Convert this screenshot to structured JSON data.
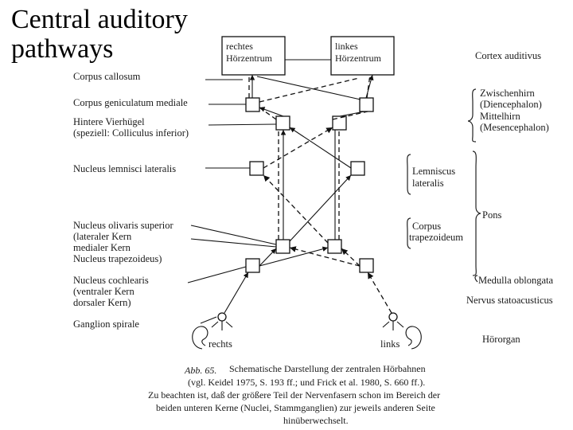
{
  "slide_title": {
    "line1": "Central auditory",
    "line2": "pathways"
  },
  "top_boxes": {
    "right_center": [
      "rechtes",
      "Hörzentrum"
    ],
    "left_center": [
      "linkes",
      "Hörzentrum"
    ]
  },
  "left_labels": {
    "corpus_callosum": "Corpus callosum",
    "corpus_geniculatum": "Corpus geniculatum mediale",
    "vierhuegel": [
      "Hintere Vierhügel",
      "(speziell: Colliculus inferior)"
    ],
    "lemnisci": "Nucleus lemnisci lateralis",
    "olivaris": [
      "Nucleus olivaris superior",
      "(lateraler Kern",
      "medialer Kern",
      "Nucleus trapezoideus)"
    ],
    "cochlearis": [
      "Nucleus cochlearis",
      "(ventraler Kern",
      "dorsaler Kern)"
    ],
    "ganglion": "Ganglion spirale"
  },
  "right_labels": {
    "cortex": "Cortex auditivus",
    "zwischenhirn": [
      "Zwischenhirn",
      "(Diencephalon)",
      "Mittelhirn",
      "(Mesencephalon)"
    ],
    "lemniscus": [
      "Lemniscus",
      "lateralis"
    ],
    "corpus_trapez": [
      "Corpus",
      "trapezoideum"
    ],
    "pons": "Pons",
    "medulla": "Medulla oblongata",
    "nervus": "Nervus statoacusticus",
    "hoerorgan": "Hörorgan"
  },
  "ear_labels": {
    "right": "rechts",
    "left": "links"
  },
  "caption": {
    "title_prefix": "Abb. 65.",
    "title_rest": "Schematische Darstellung der zentralen Hörbahnen",
    "ref": "(vgl. Keidel 1975, S. 193 ff.; und Frick et al. 1980, S. 660 ff.).",
    "note1": "Zu beachten ist, daß der größere Teil der Nervenfasern schon im Bereich der",
    "note2": "beiden unteren Kerne (Nuclei, Stammganglien) zur jeweils anderen Seite",
    "note3": "hinüberwechselt."
  }
}
